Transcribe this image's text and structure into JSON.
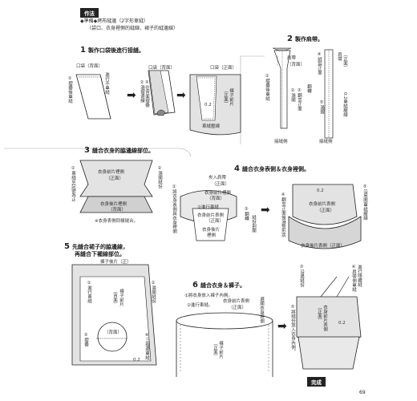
{
  "header": {
    "tag": "作法",
    "prep_line1": "◆準備◆拷布縫邊（2字形車縫）",
    "prep_line2": "（袋口、衣身裡側的縫線、裙子的縫邊線）"
  },
  "step1": {
    "num": "1",
    "title": "製作口袋後進行接縫。",
    "fig_a_label": "口袋（背面）",
    "fig_a_v1": "①摺疊後車縫",
    "fig_a_v2": "進行不車縫",
    "fig_b_label": "口袋（背面）",
    "fig_b_v1": "②湯摺邊線",
    "fig_b_v2": "③往背面摺疊",
    "fig_c_label": "口袋（正面）",
    "fig_c_v1": "褲子前片",
    "fig_c_v2": "（正面）",
    "fig_c_dim": "0.2",
    "fig_c_bottom": "車縫壓線"
  },
  "step2": {
    "num": "2",
    "title": "製作肩帶。",
    "strap_label1": "肩帶",
    "strap_label2": "（背面）",
    "v1": "①摺疊後車縫",
    "v2": "②湯開",
    "v3": "③翻至正面",
    "v4": "④縫製正面",
    "v5": "肩帶",
    "v6": "（正面）",
    "v7": "0.2車縫壓線",
    "v8": "⑤湯摺",
    "v9": "翻轉",
    "b1": "接縫側",
    "b2": "接縫側"
  },
  "step3": {
    "num": "3",
    "title": "縫合衣身的脇邊線部位。",
    "front1": "衣身前片裡側",
    "front2": "（正面）",
    "back1": "衣身後片裡側",
    "back2": "（背面）",
    "note": "※衣身表側同樣縫合。",
    "left_v": "①車縫至記號為止",
    "right_v": "②湯開縫份"
  },
  "step4": {
    "num": "4",
    "title": "縫合衣身表側＆衣身裡側。",
    "strap_tag1": "夾入肩帶",
    "strap_tag2": "（正面）",
    "inner1": "衣身前片裡側",
    "inner2": "（背面）",
    "outer1": "衣身前片表側",
    "outer2": "（正面）",
    "seam": "②進行車縫",
    "back1": "衣身後片",
    "back2": "裡側",
    "left_v": "①將衣身表側與衣身裡側",
    "v_turn": "③翻轉",
    "v_press": "縫份割開",
    "v_flip": "④翻至正面後湯整形狀",
    "dim": "0.2",
    "back_r1": "衣身後片表側（正面）",
    "right_v": "⑤沿周圍車縫壓線"
  },
  "step5": {
    "num": "5",
    "title": "先縫合裙子的脇邊線，",
    "title2": "再縫合下襬線部位。",
    "top": "褲子後片（正）",
    "mid1": "褲子前片",
    "mid2": "（背面）",
    "v1": "①進行車縫",
    "v2": "②湯開縫份",
    "circle1": "（背面）",
    "v3": "③摺疊",
    "v4": "④三摺邊車縫",
    "dim": "0.2"
  },
  "step6": {
    "num": "6",
    "title": "縫合衣身＆褲子。",
    "s1": "①將衣身放入褲子內側。",
    "s2": "②進行車縫。",
    "s3": "衣身前片表側",
    "s4": "（正面）",
    "v1": "避開衣身裡側",
    "pants1": "褲子前片",
    "pants2": "（正面）"
  },
  "step7": {
    "v1": "③沿邊縫份",
    "v2": "④肩帶側車縫",
    "v3": "進行隱藏縫",
    "v4": "⑤將縫份放入衣身內側。",
    "front1": "衣身前片表側",
    "front2": "（正面）",
    "dim": "0.2",
    "done": "完成"
  },
  "page_number": "69"
}
